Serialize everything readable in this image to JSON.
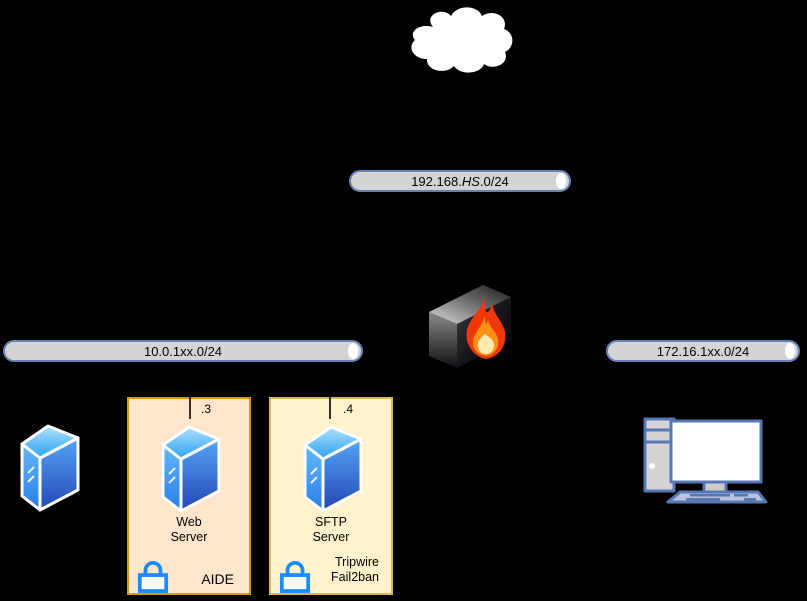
{
  "networks": {
    "top": {
      "prefix": "192.168.",
      "italic": "HS",
      "suffix": ".0/24"
    },
    "left": {
      "label": "10.0.1xx.0/24"
    },
    "right": {
      "label": "172.16.1xx.0/24"
    }
  },
  "nodes": {
    "web": {
      "address": ".3",
      "name_line1": "Web",
      "name_line2": "Server",
      "tool": "AIDE"
    },
    "sftp": {
      "address": ".4",
      "name_line1": "SFTP",
      "name_line2": "Server",
      "tool_line1": "Tripwire",
      "tool_line2": "Fail2ban"
    }
  },
  "icons": {
    "cloud": "internet-cloud-icon",
    "firewall": "firewall-icon",
    "server": "server-tower-icon",
    "lock": "padlock-icon",
    "workstation": "desktop-computer-icon"
  },
  "colors": {
    "background": "#000000",
    "segment_fill": "#d4d4d4",
    "segment_stroke": "#6881b5",
    "web_zone_fill": "#ffe6cc",
    "web_zone_stroke": "#d79b00",
    "sftp_zone_fill": "#fff2cc",
    "sftp_zone_stroke": "#d6b656",
    "lock_blue": "#1a8cff",
    "server_blue_light": "#55c0f8",
    "server_blue_dark": "#2a4fc0",
    "flame_orange": "#ff7a00",
    "workstation_stroke": "#5878b4"
  }
}
